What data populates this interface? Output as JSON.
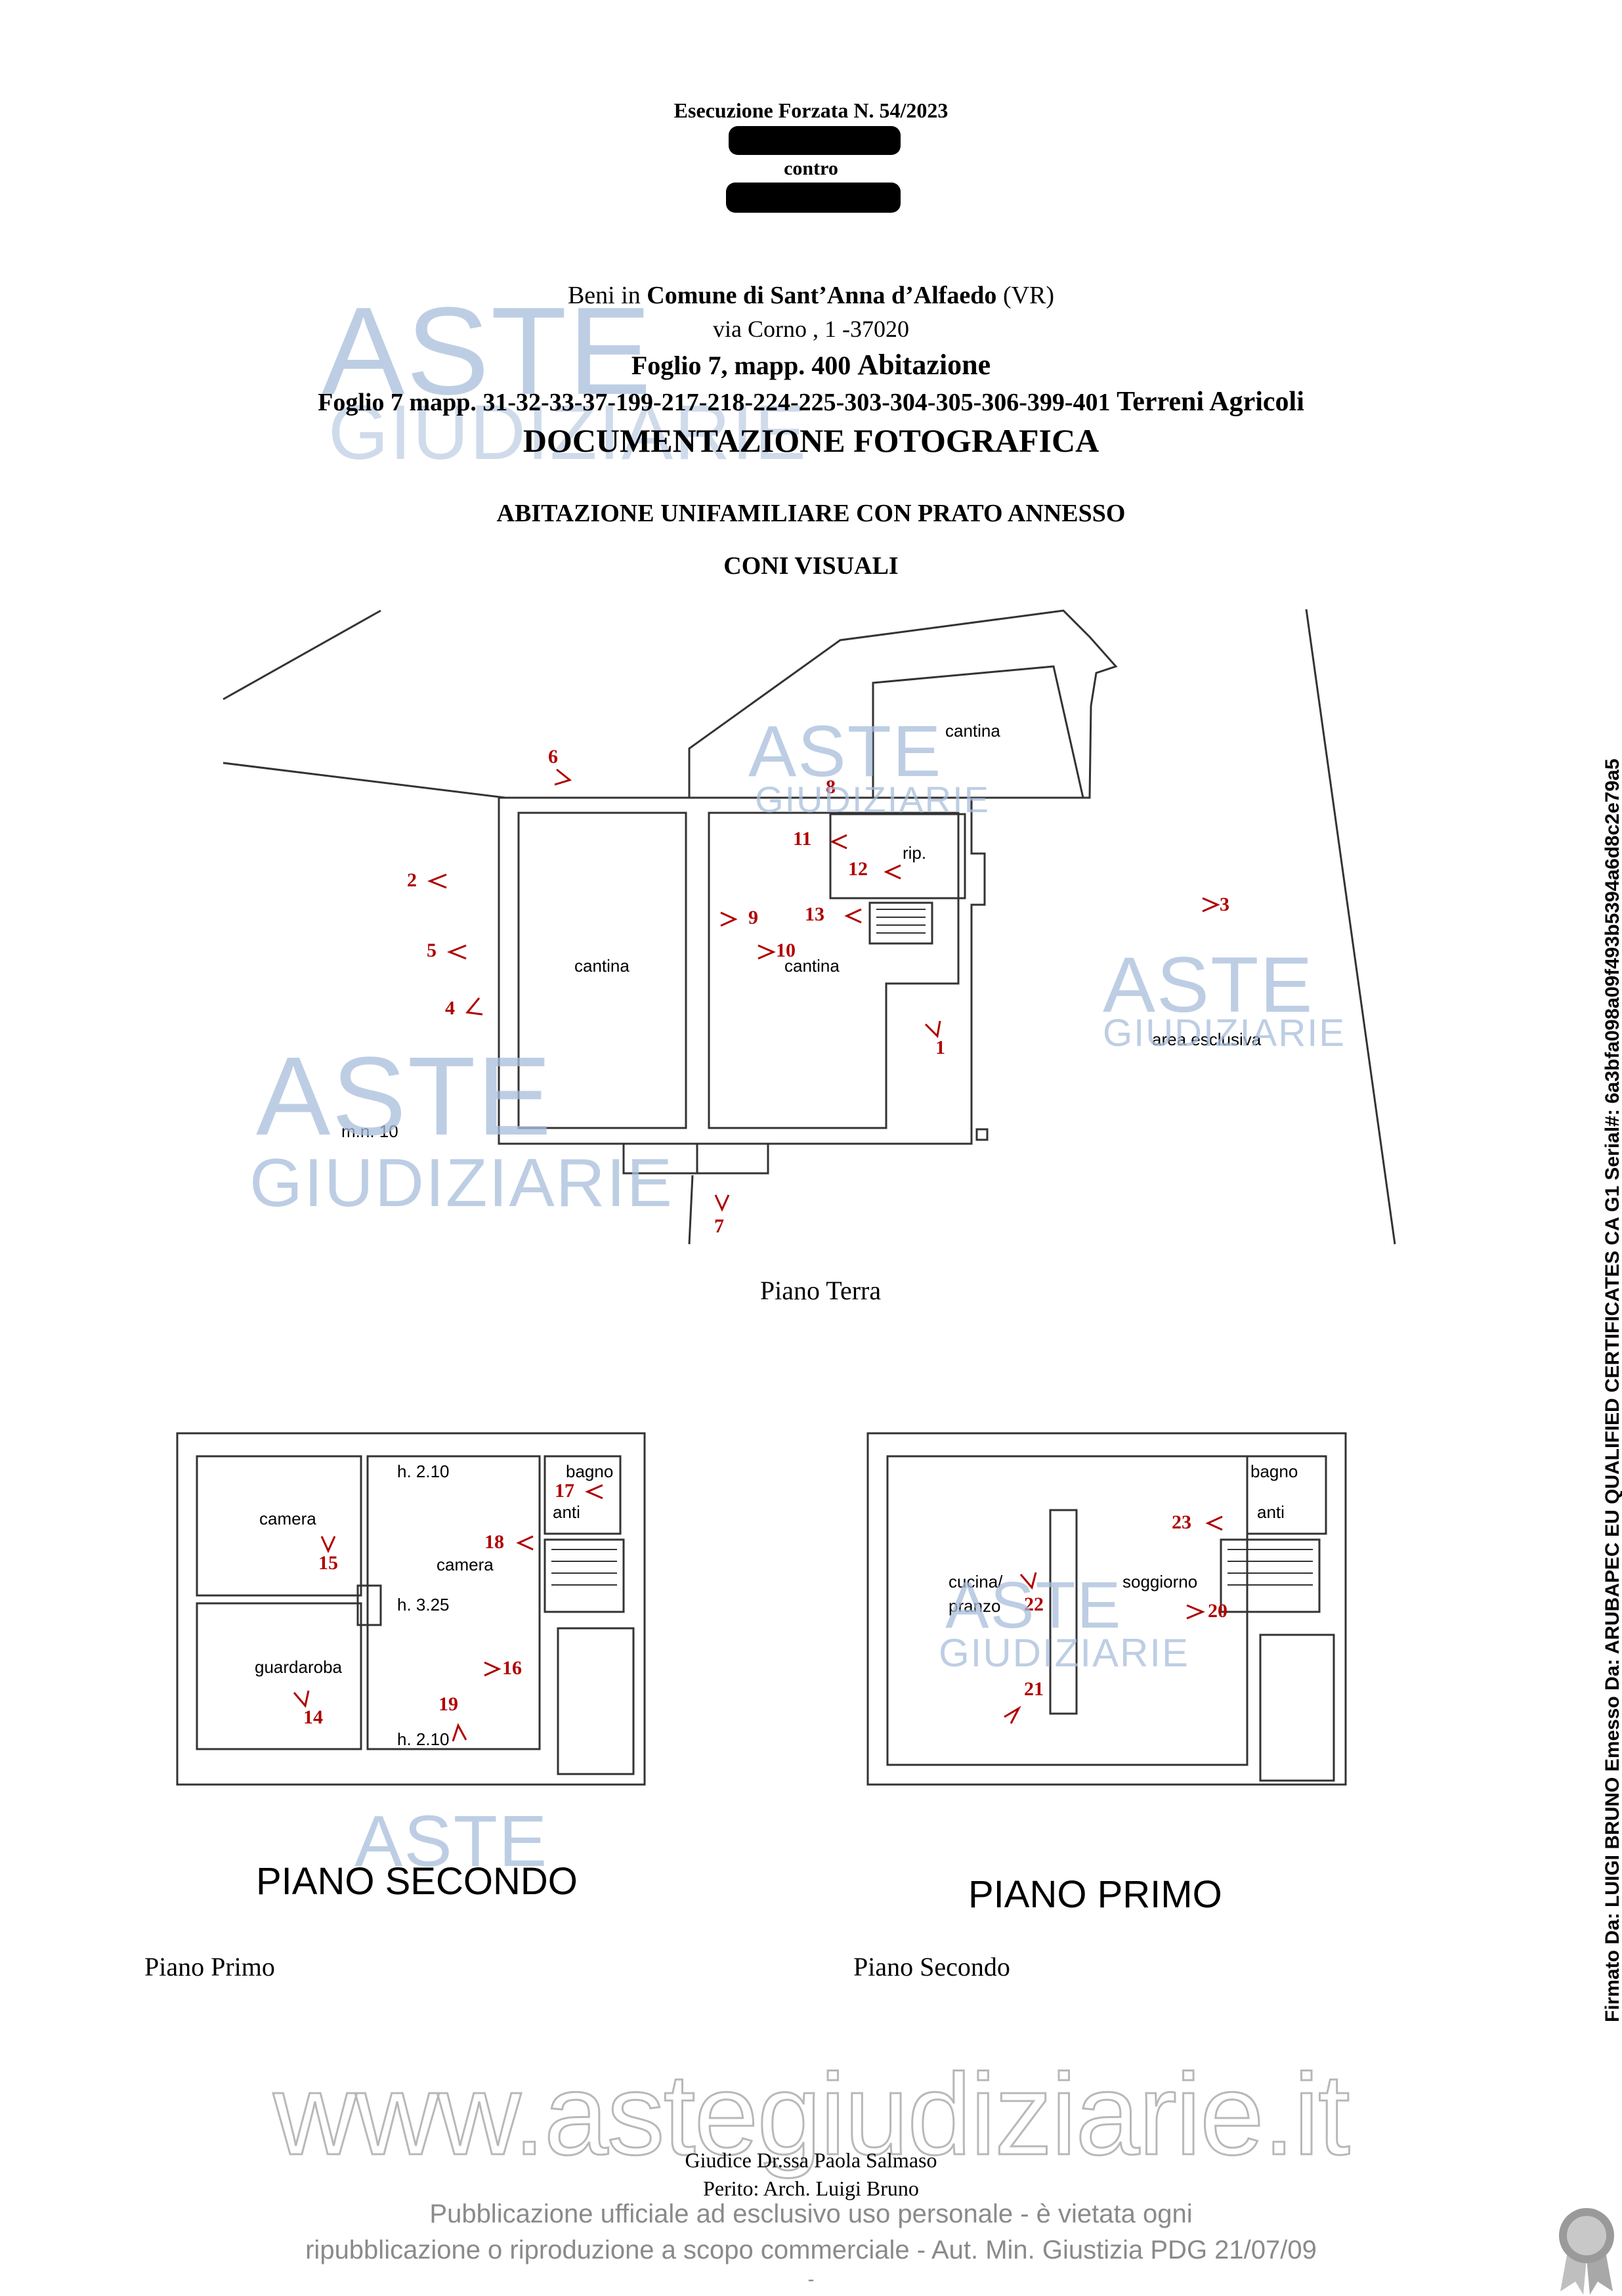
{
  "header": {
    "case_title": "Esecuzione Forzata N. 54/2023",
    "contro": "contro"
  },
  "property": {
    "line1_prefix": "Beni in",
    "line1_comune": "Comune di Sant’Anna d’Alfaedo",
    "line1_suffix": "(VR)",
    "address": "via Corno , 1 -37020",
    "foglio_abitazione": "Foglio 7, mapp. 400",
    "abitazione": "Abitazione",
    "foglio_terreni": "Foglio 7 mapp. 31-32-33-37-199-217-218-224-225-303-304-305-306-399-401",
    "terreni": "Terreni Agricoli"
  },
  "titles": {
    "doc_title": "DOCUMENTAZIONE FOTOGRAFICA",
    "subtitle": "ABITAZIONE UNIFAMILIARE CON PRATO ANNESSO",
    "subtitle2": "CONI VISUALI"
  },
  "watermark": {
    "aste": "ASTE",
    "giudiziarie": "GIUDIZIARIE",
    "site": "www.astegiudiziarie.it"
  },
  "plan_terra": {
    "caption": "Piano Terra",
    "rooms": {
      "cantina_top": "cantina",
      "cantina_left": "cantina",
      "cantina_right": "cantina",
      "rip": "rip.",
      "area": "area esclusiva",
      "mn": "m.n. 10"
    },
    "markers": [
      "1",
      "2",
      "3",
      "4",
      "5",
      "6",
      "7",
      "8",
      "9",
      "10",
      "11",
      "12",
      "13"
    ]
  },
  "plan_secondo": {
    "caption": "Piano Primo",
    "title": "PIANO SECONDO",
    "rooms": {
      "camera1": "camera",
      "camera2": "camera",
      "guardaroba": "guardaroba",
      "bagno": "bagno",
      "anti": "anti",
      "h1": "h. 2.10",
      "h2": "h. 3.25",
      "h3": "h. 2.10"
    },
    "markers": [
      "14",
      "15",
      "16",
      "17",
      "18",
      "19"
    ]
  },
  "plan_primo": {
    "caption": "Piano Secondo",
    "title": "PIANO PRIMO",
    "rooms": {
      "bagno": "bagno",
      "anti": "anti",
      "cucina": "cucina/",
      "pranzo": "pranzo",
      "soggiorno": "soggiorno"
    },
    "markers": [
      "20",
      "21",
      "22",
      "23"
    ]
  },
  "footer": {
    "giudice": "Giudice Dr.ssa Paola Salmaso",
    "perito": "Perito: Arch. Luigi Bruno",
    "notice1": "Pubblicazione ufficiale ad esclusivo uso personale - è vietata ogni",
    "notice2": "ripubblicazione o riproduzione a scopo commerciale - Aut. Min. Giustizia PDG 21/07/09",
    "dash": "-"
  },
  "signature": {
    "text": "Firmato Da: LUIGI BRUNO Emesso Da: ARUBAPEC EU QUALIFIED CERTIFICATES CA G1 Serial#: 6a3bfa098a09f493b5394a6d8c2e79a5"
  },
  "colors": {
    "marker_red": "#b00000",
    "watermark_blue": "#a8bedc",
    "redaction": "#000000"
  }
}
